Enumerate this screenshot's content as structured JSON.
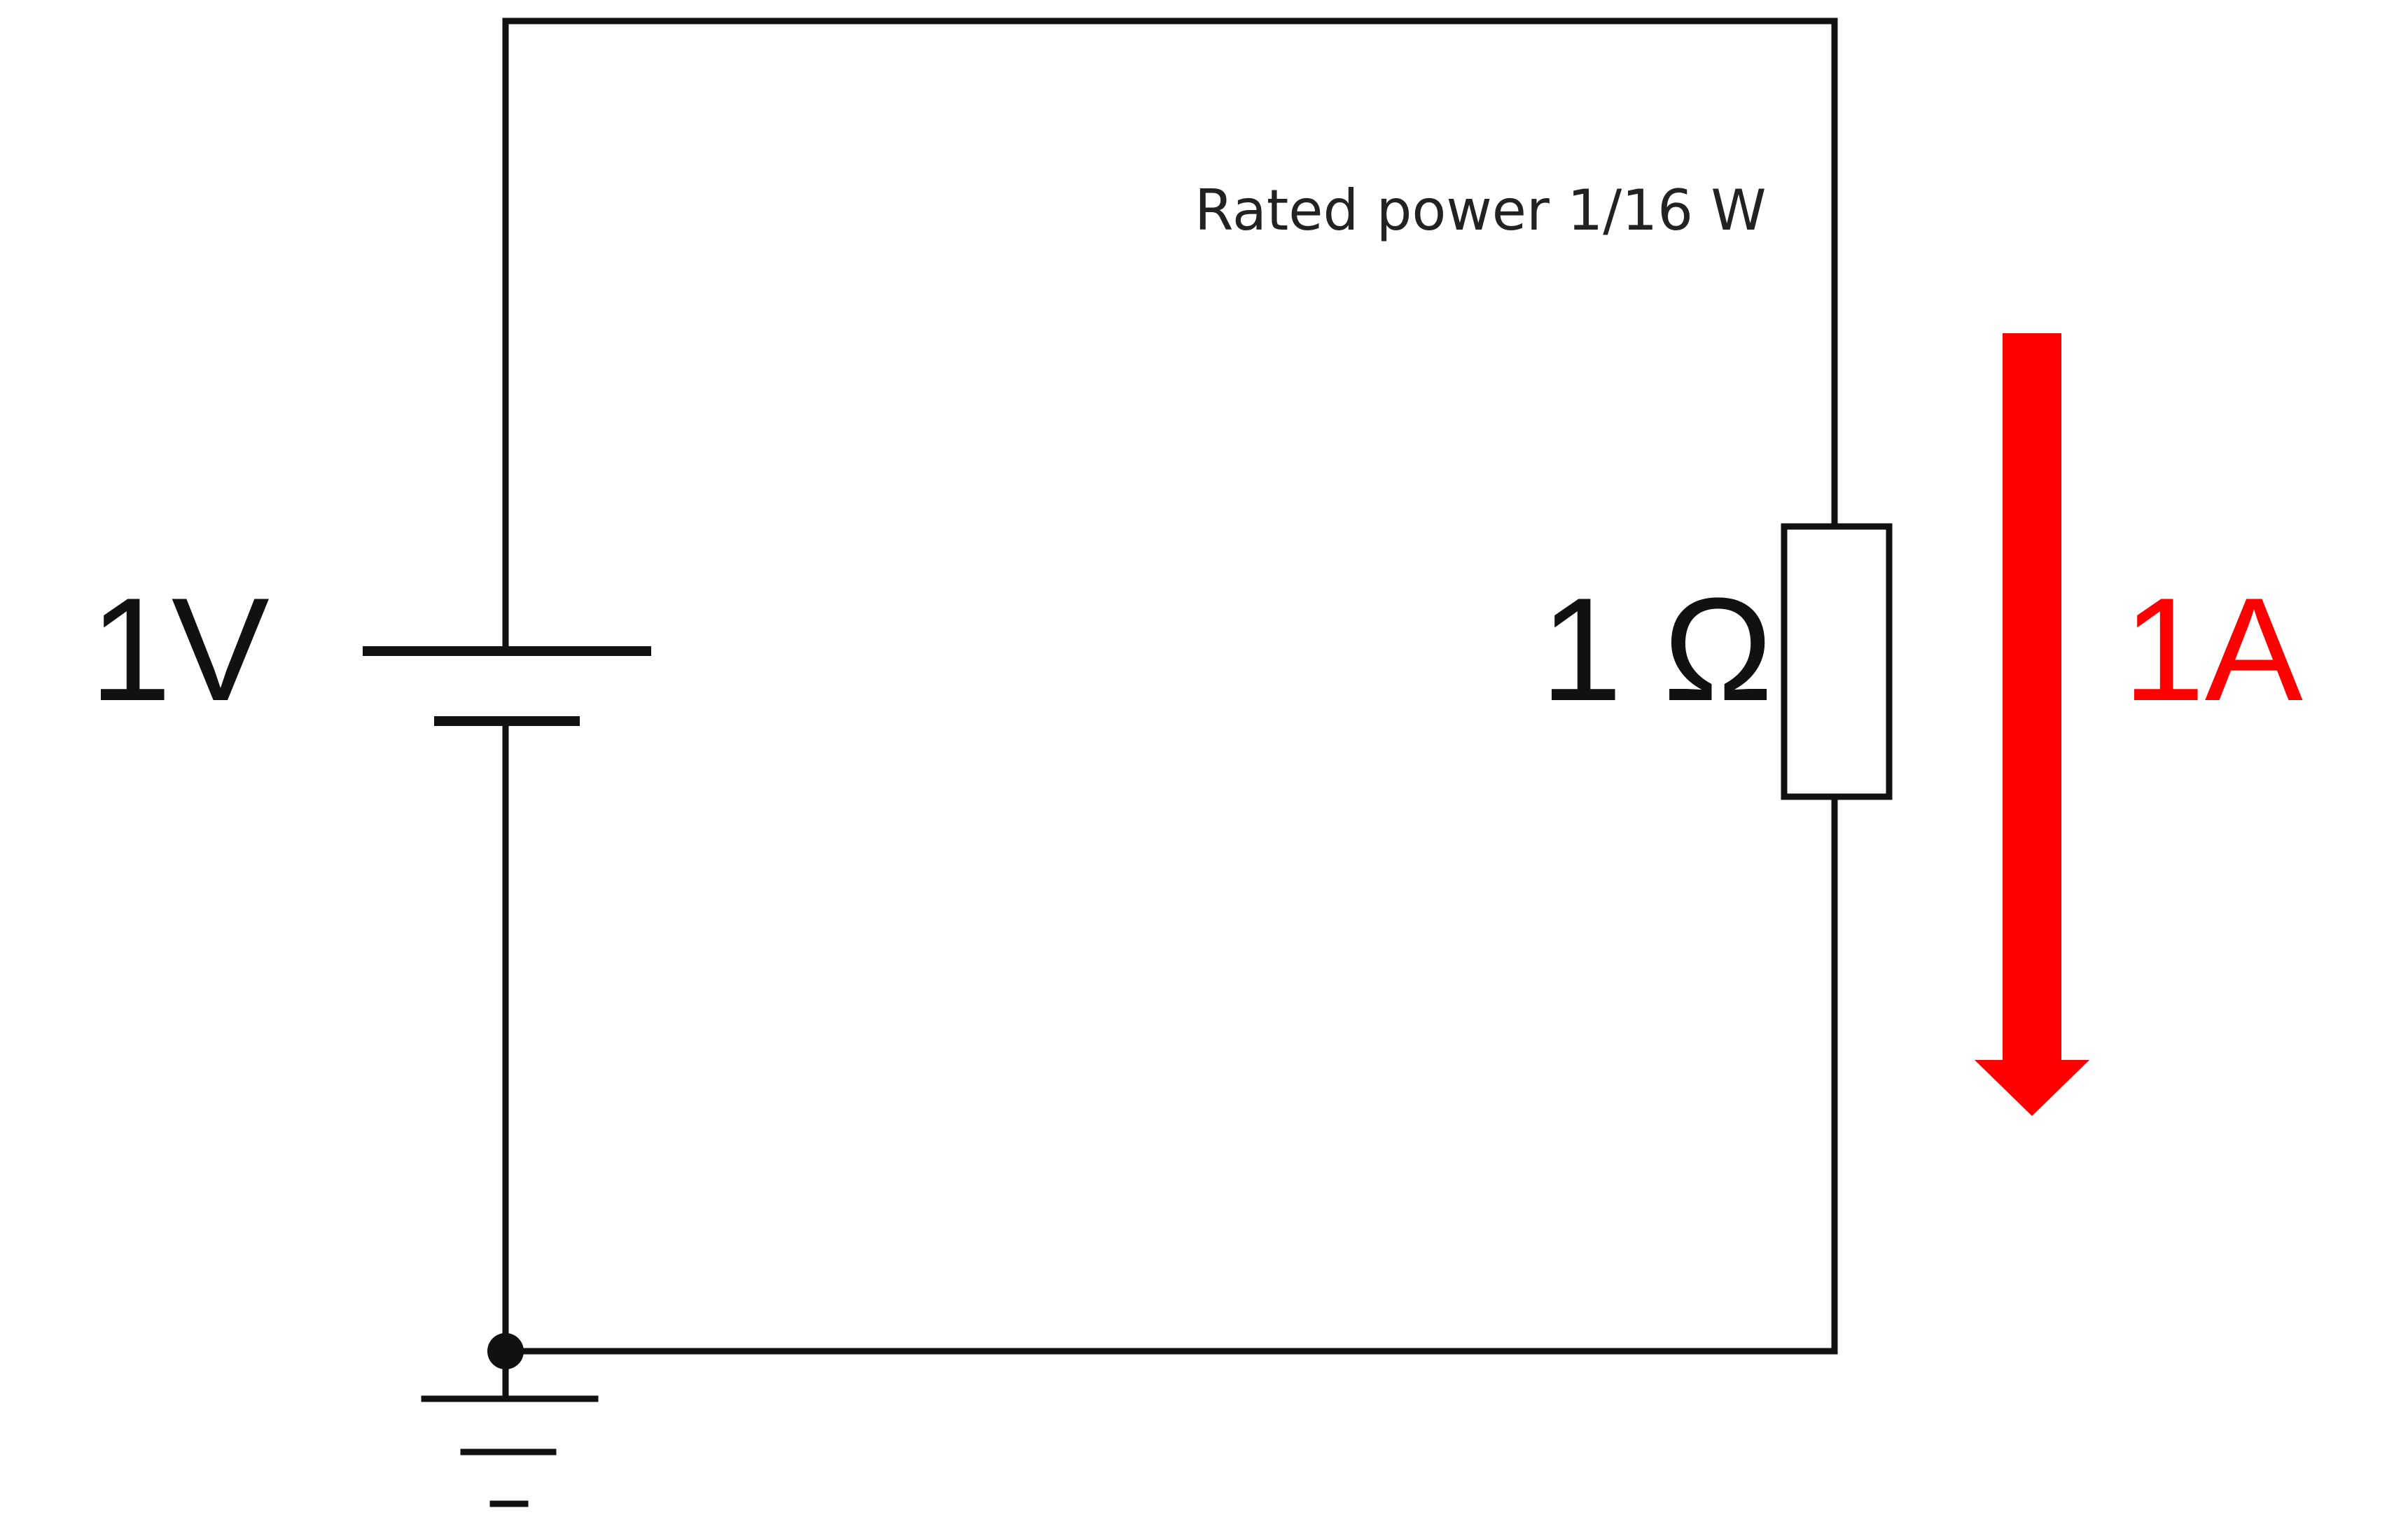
{
  "diagram": {
    "source_label": "1V",
    "resistor_label": "1 Ω",
    "current_label": "1A",
    "note": "Rated power 1/16 W",
    "colors": {
      "wire": "#111111",
      "current_arrow": "#ff0000",
      "text": "#222222",
      "background": "#ffffff"
    }
  }
}
